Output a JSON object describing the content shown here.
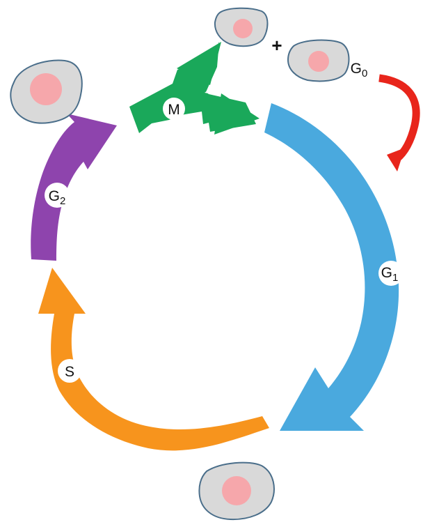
{
  "phases": {
    "g1": {
      "letter": "G",
      "sub": "1",
      "color": "#4aa9de"
    },
    "s": {
      "letter": "S",
      "color": "#f7941d"
    },
    "g2": {
      "letter": "G",
      "sub": "2",
      "color": "#8e44ad"
    },
    "m": {
      "letter": "M",
      "color": "#1aa85a"
    },
    "g0": {
      "letter": "G",
      "sub": "0",
      "color": "#e8251b"
    }
  },
  "plus_sign": "+",
  "cell_colors": {
    "body": "#d9d9d9",
    "outline": "#4a6e8a",
    "nucleus": "#f6a7ab"
  }
}
